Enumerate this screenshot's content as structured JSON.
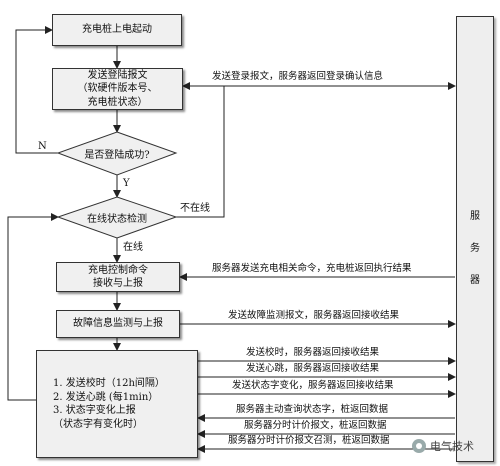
{
  "nodes": {
    "start": "充电桩上电起动",
    "login_line1": "发送登陆报文",
    "login_line2": "（软硬件版本号、",
    "login_line3": "充电桩状态）",
    "login_decision": "是否登陆成功?",
    "online_check": "在线状态检测",
    "control_line1": "充电控制命令",
    "control_line2": "接收与上报",
    "fault": "故障信息监测与上报",
    "tasks_line1": "1.  发送校时（12h间隔）",
    "tasks_line2": "2.  发送心跳  (每1min）",
    "tasks_line3": "3.  状态字变化上报",
    "tasks_line4": "（状态字有变化时）"
  },
  "server": {
    "label": "服务器"
  },
  "edge_labels": {
    "no": "N",
    "yes": "Y",
    "offline": "不在线",
    "online": "在线"
  },
  "messages": {
    "login": "发送登录报文，服务器返回登录确认信息",
    "control": "服务器发送充电相关命令，充电桩返回执行结果",
    "fault": "发送故障监测报文，服务器返回接收结果",
    "time_sync": "发送校时，服务器返回接收结果",
    "heartbeat": "发送心跳，服务器返回接收结果",
    "status_change": "发送状态字变化，服务器返回接收结果",
    "status_query": "服务器主动查询状态字，桩返回数据",
    "tariff": "服务器分时计价报文，桩返回数据",
    "tariff_query": "服务器分时计价报文召测，桩返回数据"
  },
  "watermark": {
    "text": "电气技术"
  }
}
